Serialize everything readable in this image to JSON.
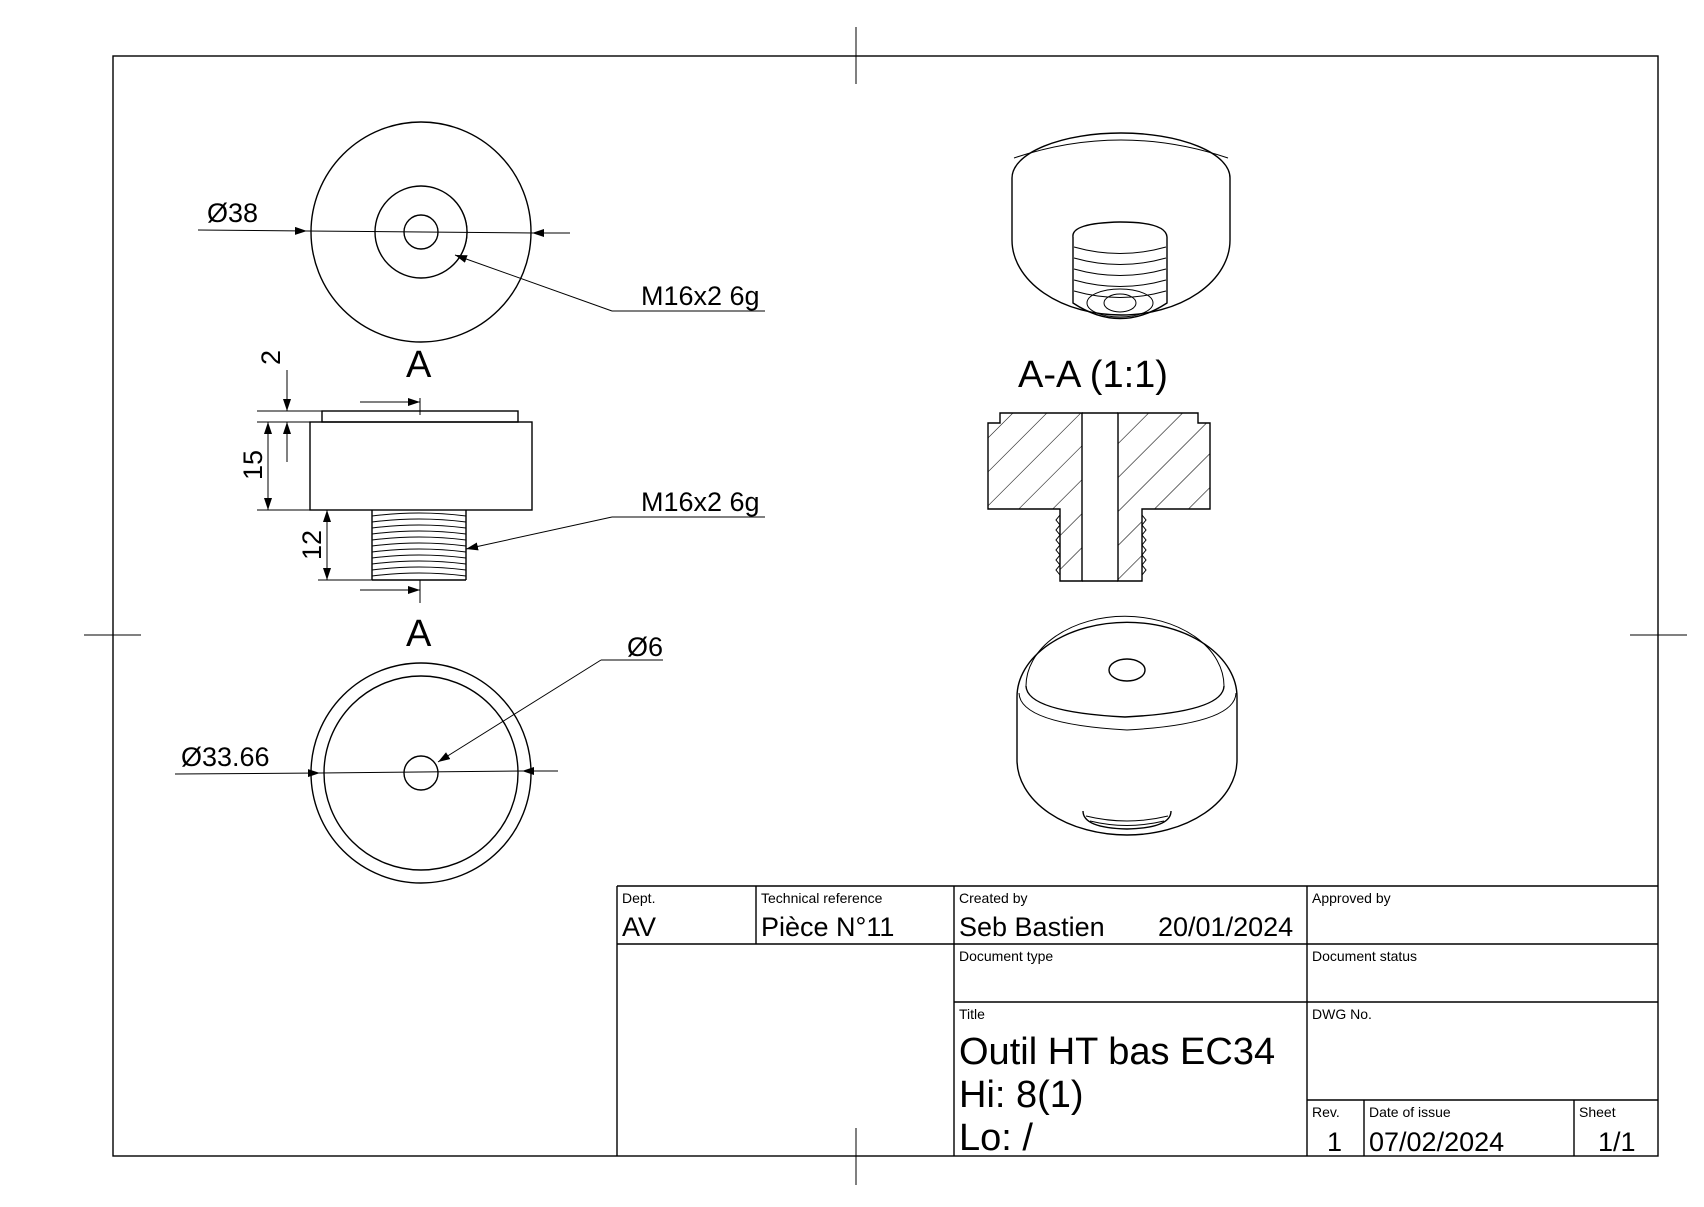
{
  "dimensions": {
    "top_diameter": "Ø38",
    "top_thread": "M16x2 6g",
    "step_height": "2",
    "body_height": "15",
    "thread_length": "12",
    "side_thread": "M16x2 6g",
    "hole_diameter": "Ø6",
    "bottom_diameter": "Ø33.66"
  },
  "section_marks": {
    "upper": "A",
    "lower": "A"
  },
  "section_view": {
    "label": "A-A (1:1)"
  },
  "title_block": {
    "dept_caption": "Dept.",
    "dept_value": "AV",
    "techref_caption": "Technical reference",
    "techref_value": "Pièce N°11",
    "created_caption": "Created by",
    "created_value": "Seb Bastien",
    "created_date": "20/01/2024",
    "approved_caption": "Approved by",
    "doctype_caption": "Document type",
    "docstatus_caption": "Document status",
    "title_caption": "Title",
    "title_line1": "Outil HT bas EC34",
    "title_line2": "Hi: 8(1)",
    "title_line3": "Lo: /",
    "dwgno_caption": "DWG No.",
    "rev_caption": "Rev.",
    "rev_value": "1",
    "issue_caption": "Date of issue",
    "issue_value": "07/02/2024",
    "sheet_caption": "Sheet",
    "sheet_value": "1/1"
  }
}
